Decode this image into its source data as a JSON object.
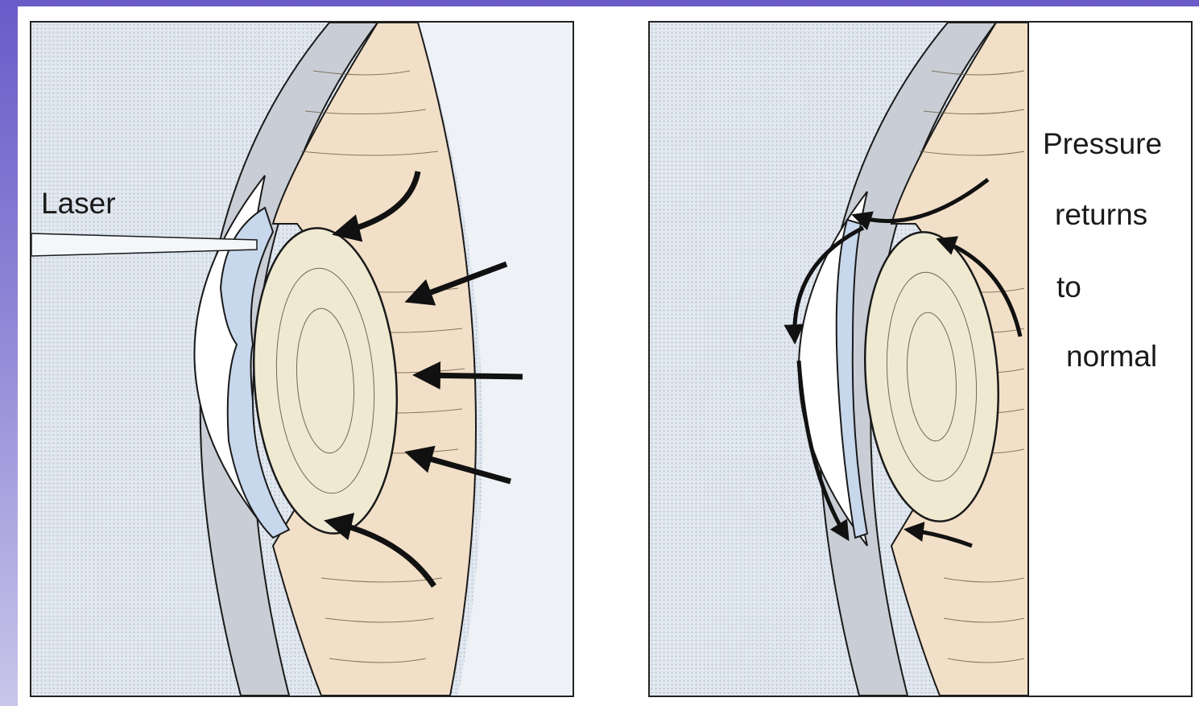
{
  "labels": {
    "laser": "Laser",
    "pressure_lines": [
      "Pressure",
      "returns",
      "to",
      "normal"
    ]
  },
  "colors": {
    "background_dots": "#dbe3ec",
    "ciliary_muscle": "#f2dfc7",
    "lens": "#efe9d2",
    "iris": "#c7d7ec",
    "outline": "#1a1a1a",
    "slide_frame": "#7060cc"
  }
}
